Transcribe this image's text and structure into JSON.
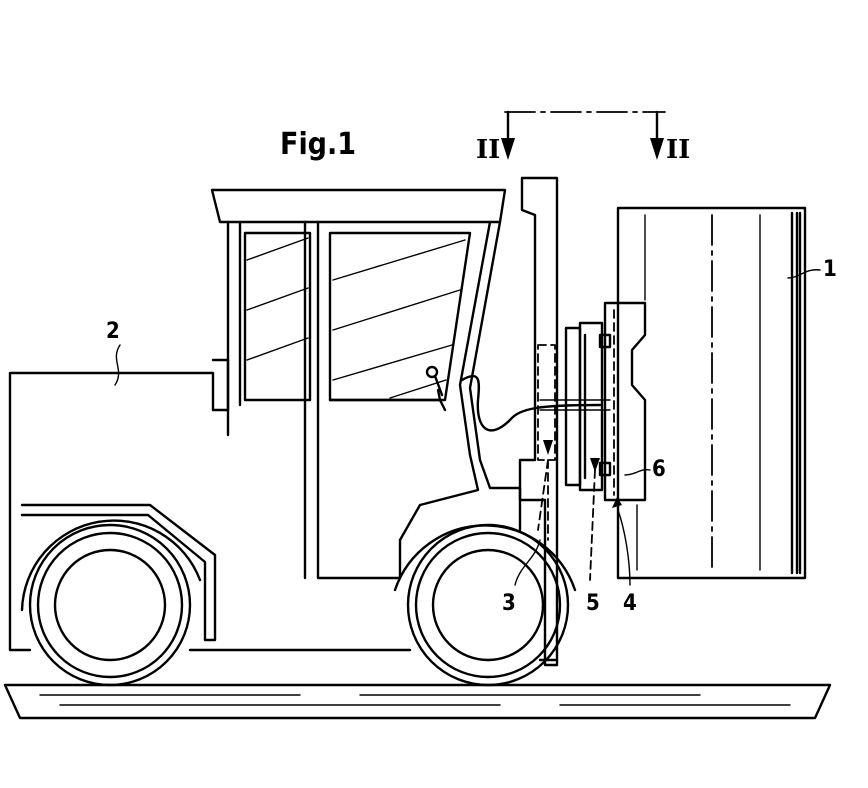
{
  "figure": {
    "title": "Fig.1",
    "section_marks": [
      "II",
      "II"
    ],
    "reference_numerals": {
      "load": "1",
      "vehicle": "2",
      "part_3": "3",
      "part_4": "4",
      "part_5": "5",
      "part_6": "6"
    }
  }
}
